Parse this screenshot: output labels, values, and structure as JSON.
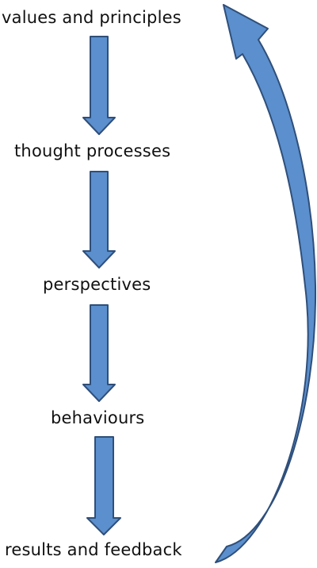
{
  "stages": [
    {
      "label": "values and principles"
    },
    {
      "label": "thought processes"
    },
    {
      "label": "perspectives"
    },
    {
      "label": "behaviours"
    },
    {
      "label": "results and feedback"
    }
  ],
  "colors": {
    "arrow_fill": "#5b8fcd",
    "arrow_stroke": "#2f4f7a",
    "text": "#111111",
    "background": "#ffffff"
  }
}
